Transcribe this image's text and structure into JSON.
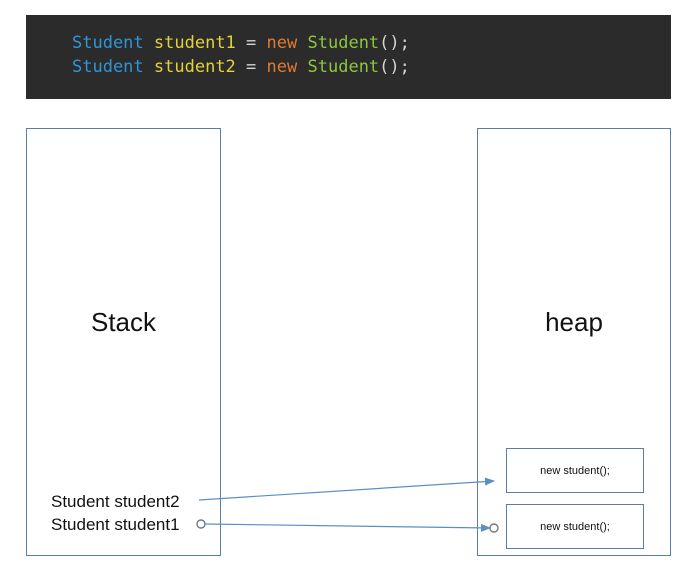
{
  "code": {
    "lines": [
      {
        "type": "Student",
        "var": "student1",
        "op": "=",
        "kw": "new",
        "ctor": "Student",
        "punct": "();"
      },
      {
        "type": "Student",
        "var": "student2",
        "op": "=",
        "kw": "new",
        "ctor": "Student",
        "punct": "();"
      }
    ]
  },
  "stack": {
    "label": "Stack",
    "vars": [
      "Student student2",
      "Student student1"
    ]
  },
  "heap": {
    "label": "heap",
    "objects": [
      "new student();",
      "new student();"
    ]
  },
  "colors": {
    "code_bg": "#2b2b2b",
    "type": "#2f96d6",
    "variable": "#e3d13a",
    "keyword": "#e07a2f",
    "constructor": "#8cc63f",
    "border": "#5a7ca8",
    "connector": "#5a8fc4"
  }
}
